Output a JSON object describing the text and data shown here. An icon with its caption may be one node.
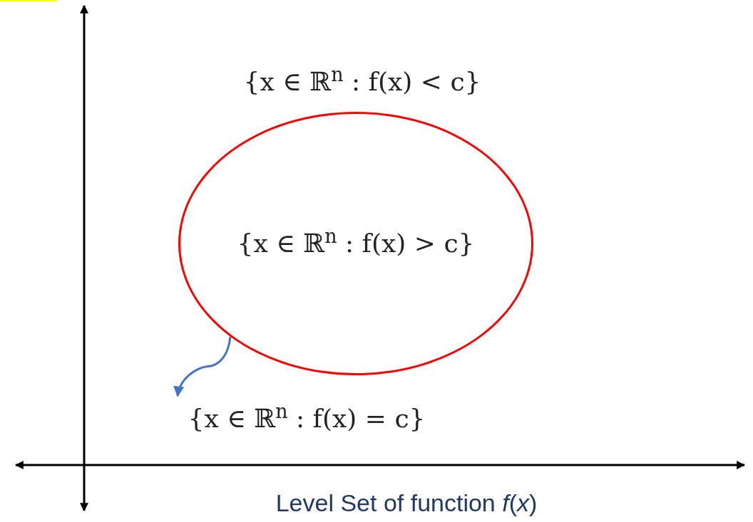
{
  "diagram": {
    "caption": "Level Set of function *f*(*x*)",
    "nodes": [
      {
        "text": [
          "{x ∈ ℝ$^{n}$ : f(x) > c}"
        ]
      },
      {
        "text": [
          "{x ∈ ℝ$^{n}$ : f(x) = c}"
        ]
      }
    ],
    "edges": [
      {
        "from": 0,
        "to": 1,
        "arrow": "to",
        "color": "#4472c4"
      }
    ],
    "labels": [
      "{x ∈ ℝ$^{n}$ : f(x) < c}"
    ]
  }
}
